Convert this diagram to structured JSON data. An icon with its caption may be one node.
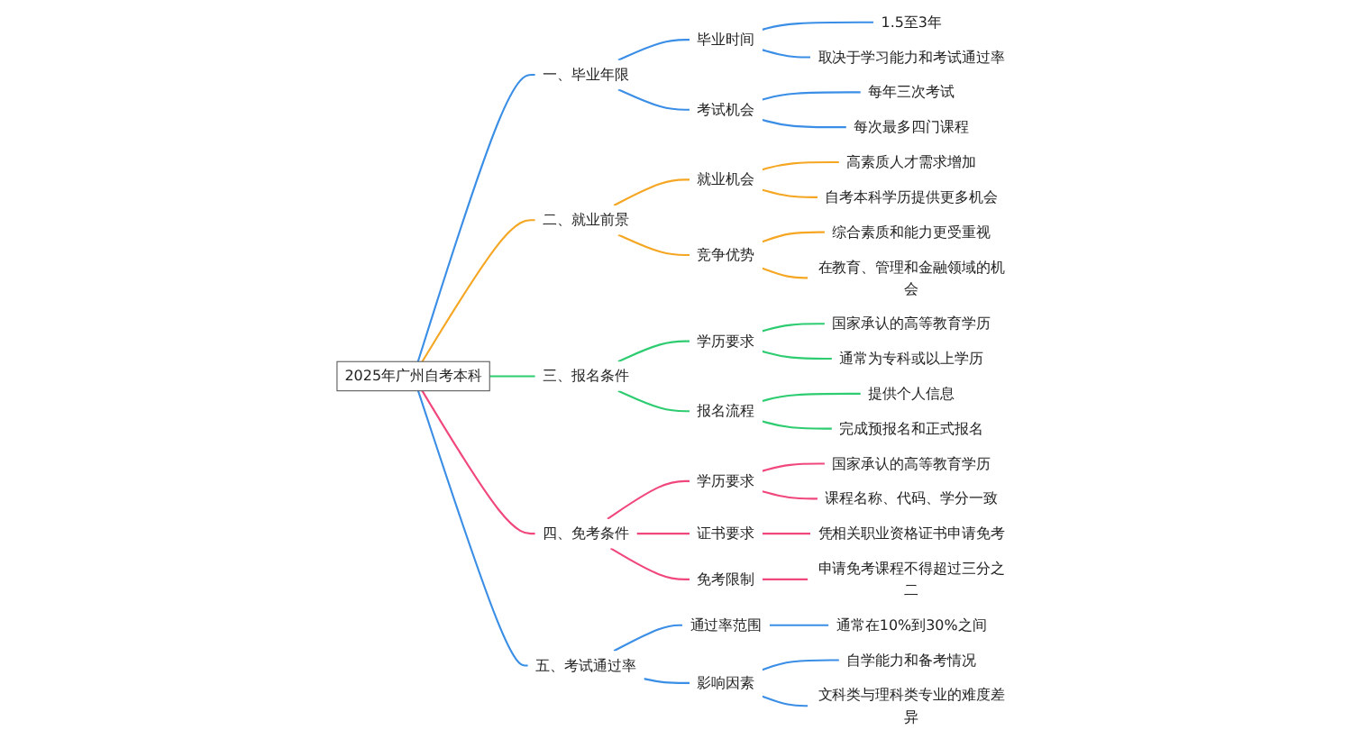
{
  "diagram": {
    "nodes": [
      {
        "text": [
          "2025年广州自考本科"
        ]
      },
      {
        "text": [
          "一、毕业年限"
        ]
      },
      {
        "text": [
          "毕业时间"
        ]
      },
      {
        "text": [
          "1.5至3年"
        ]
      },
      {
        "text": [
          "取决于学习能力和考试通过率"
        ]
      },
      {
        "text": [
          "考试机会"
        ]
      },
      {
        "text": [
          "每年三次考试"
        ]
      },
      {
        "text": [
          "每次最多四门课程"
        ]
      },
      {
        "text": [
          "二、就业前景"
        ]
      },
      {
        "text": [
          "就业机会"
        ]
      },
      {
        "text": [
          "高素质人才需求增加"
        ]
      },
      {
        "text": [
          "自考本科学历提供更多机会"
        ]
      },
      {
        "text": [
          "竞争优势"
        ]
      },
      {
        "text": [
          "综合素质和能力更受重视"
        ]
      },
      {
        "text": [
          "在教育、管理和金融领域的机会"
        ]
      },
      {
        "text": [
          "三、报名条件"
        ]
      },
      {
        "text": [
          "学历要求"
        ]
      },
      {
        "text": [
          "国家承认的高等教育学历"
        ]
      },
      {
        "text": [
          "通常为专科或以上学历"
        ]
      },
      {
        "text": [
          "报名流程"
        ]
      },
      {
        "text": [
          "提供个人信息"
        ]
      },
      {
        "text": [
          "完成预报名和正式报名"
        ]
      },
      {
        "text": [
          "四、免考条件"
        ]
      },
      {
        "text": [
          "学历要求"
        ]
      },
      {
        "text": [
          "国家承认的高等教育学历"
        ]
      },
      {
        "text": [
          "课程名称、代码、学分一致"
        ]
      },
      {
        "text": [
          "证书要求"
        ]
      },
      {
        "text": [
          "凭相关职业资格证书申请免考"
        ]
      },
      {
        "text": [
          "免考限制"
        ]
      },
      {
        "text": [
          "申请免考课程不得超过三分之二"
        ]
      },
      {
        "text": [
          "五、考试通过率"
        ]
      },
      {
        "text": [
          "通过率范围"
        ]
      },
      {
        "text": [
          "通常在10%到30%之间"
        ]
      },
      {
        "text": [
          "影响因素"
        ]
      },
      {
        "text": [
          "自学能力和备考情况"
        ]
      },
      {
        "text": [
          "文科类与理科类专业的难度差异"
        ]
      }
    ],
    "edges": [
      {
        "from": 0,
        "to": 1,
        "arrow": "none",
        "color": "#3a8ee6"
      },
      {
        "from": 1,
        "to": 2,
        "arrow": "none",
        "color": "#3a8ee6"
      },
      {
        "from": 2,
        "to": 3,
        "arrow": "none",
        "color": "#3a8ee6"
      },
      {
        "from": 2,
        "to": 4,
        "arrow": "none",
        "color": "#3a8ee6"
      },
      {
        "from": 1,
        "to": 5,
        "arrow": "none",
        "color": "#3a8ee6"
      },
      {
        "from": 5,
        "to": 6,
        "arrow": "none",
        "color": "#3a8ee6"
      },
      {
        "from": 5,
        "to": 7,
        "arrow": "none",
        "color": "#3a8ee6"
      },
      {
        "from": 0,
        "to": 8,
        "arrow": "none",
        "color": "#f5a623"
      },
      {
        "from": 8,
        "to": 9,
        "arrow": "none",
        "color": "#f5a623"
      },
      {
        "from": 9,
        "to": 10,
        "arrow": "none",
        "color": "#f5a623"
      },
      {
        "from": 9,
        "to": 11,
        "arrow": "none",
        "color": "#f5a623"
      },
      {
        "from": 8,
        "to": 12,
        "arrow": "none",
        "color": "#f5a623"
      },
      {
        "from": 12,
        "to": 13,
        "arrow": "none",
        "color": "#f5a623"
      },
      {
        "from": 12,
        "to": 14,
        "arrow": "none",
        "color": "#f5a623"
      },
      {
        "from": 0,
        "to": 15,
        "arrow": "none",
        "color": "#2ecc71"
      },
      {
        "from": 15,
        "to": 16,
        "arrow": "none",
        "color": "#2ecc71"
      },
      {
        "from": 16,
        "to": 17,
        "arrow": "none",
        "color": "#2ecc71"
      },
      {
        "from": 16,
        "to": 18,
        "arrow": "none",
        "color": "#2ecc71"
      },
      {
        "from": 15,
        "to": 19,
        "arrow": "none",
        "color": "#2ecc71"
      },
      {
        "from": 19,
        "to": 20,
        "arrow": "none",
        "color": "#2ecc71"
      },
      {
        "from": 19,
        "to": 21,
        "arrow": "none",
        "color": "#2ecc71"
      },
      {
        "from": 0,
        "to": 22,
        "arrow": "none",
        "color": "#f0487d"
      },
      {
        "from": 22,
        "to": 23,
        "arrow": "none",
        "color": "#f0487d"
      },
      {
        "from": 23,
        "to": 24,
        "arrow": "none",
        "color": "#f0487d"
      },
      {
        "from": 23,
        "to": 25,
        "arrow": "none",
        "color": "#f0487d"
      },
      {
        "from": 22,
        "to": 26,
        "arrow": "none",
        "color": "#f0487d"
      },
      {
        "from": 26,
        "to": 27,
        "arrow": "none",
        "color": "#f0487d"
      },
      {
        "from": 22,
        "to": 28,
        "arrow": "none",
        "color": "#f0487d"
      },
      {
        "from": 28,
        "to": 29,
        "arrow": "none",
        "color": "#f0487d"
      },
      {
        "from": 0,
        "to": 30,
        "arrow": "none",
        "color": "#3a8ee6"
      },
      {
        "from": 30,
        "to": 31,
        "arrow": "none",
        "color": "#3a8ee6"
      },
      {
        "from": 31,
        "to": 32,
        "arrow": "none",
        "color": "#3a8ee6"
      },
      {
        "from": 30,
        "to": 33,
        "arrow": "none",
        "color": "#3a8ee6"
      },
      {
        "from": 33,
        "to": 34,
        "arrow": "none",
        "color": "#3a8ee6"
      },
      {
        "from": 33,
        "to": 35,
        "arrow": "none",
        "color": "#3a8ee6"
      }
    ]
  }
}
